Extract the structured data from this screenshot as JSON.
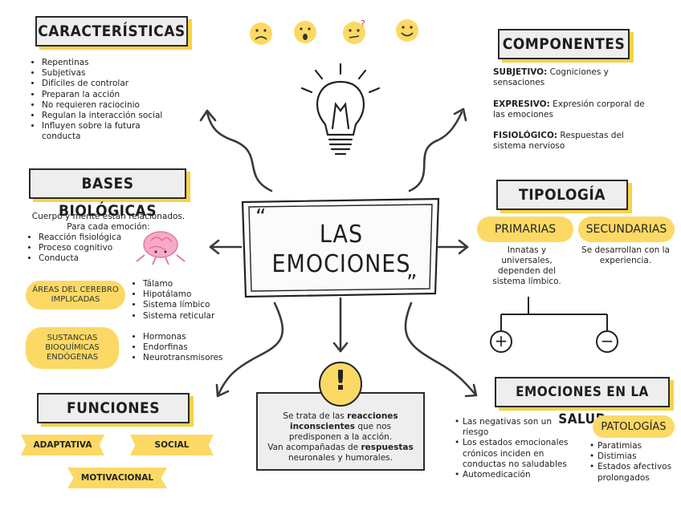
{
  "center": {
    "line1": "LAS",
    "line2": "EMOCIONES",
    "quote_open": "“",
    "quote_close": "”"
  },
  "caracteristicas": {
    "title": "CARACTERÍSTICAS",
    "items": [
      "Repentinas",
      "Subjetivas",
      "Difíciles de controlar",
      "Preparan la acción",
      "No requieren raciocinio",
      "Regulan la interacción social",
      "Influyen sobre la futura",
      "conducta"
    ]
  },
  "componentes": {
    "title": "COMPONENTES",
    "subjetivo_label": "SUBJETIVO:",
    "subjetivo_text": " Cogniciones y",
    "subjetivo_text2": "sensaciones",
    "expresivo_label": "EXPRESIVO:",
    "expresivo_text": " Expresión corporal de",
    "expresivo_text2": "las emociones",
    "fisiologico_label": "FISIOLÓGICO:",
    "fisiologico_text": " Respuestas del",
    "fisiologico_text2": "sistema nervioso"
  },
  "bases": {
    "title": "BASES BIOLÓGICAS",
    "intro1": "Cuerpo y mente están relacionados.",
    "intro2": "Para cada emoción:",
    "items": [
      "Reacción fisiológica",
      "Proceso cognitivo",
      "Conducta"
    ],
    "areas_label1": "ÁREAS DEL CEREBRO",
    "areas_label2": "IMPLICADAS",
    "areas": [
      "Tálamo",
      "Hipotálamo",
      "Sistema límbico",
      "Sistema reticular"
    ],
    "sustancias_label1": "SUSTANCIAS",
    "sustancias_label2": "BIOQUÍMICAS",
    "sustancias_label3": "ENDÓGENAS",
    "sustancias": [
      "Hormonas",
      "Endorfinas",
      "Neurotransmisores"
    ]
  },
  "tipologia": {
    "title": "TIPOLOGÍA",
    "primarias": "PRIMARIAS",
    "secundarias": "SECUNDARIAS",
    "prim_desc": [
      "Innatas y",
      "universales,",
      "dependen del",
      "sistema límbico."
    ],
    "sec_desc": [
      "Se desarrollan con la",
      "experiencia."
    ],
    "plus": "+",
    "minus": "−"
  },
  "funciones": {
    "title": "FUNCIONES",
    "adaptativa": "ADAPTATIVA",
    "social": "SOCIAL",
    "motivacional": "MOTIVACIONAL"
  },
  "nota": {
    "l1a": "Se trata de las ",
    "l1b": "reacciones",
    "l2a": "inconscientes",
    "l2b": " que nos",
    "l3": "predisponen a la acción.",
    "l4a": "Van acompañadas de ",
    "l4b": "respuestas",
    "l5": "neuronales y humorales.",
    "icon": "!"
  },
  "salud": {
    "title": "EMOCIONES EN LA SALUD",
    "items": [
      "Las negativas son un",
      "riesgo",
      "Los estados emocionales",
      "crónicos inciden en",
      "conductas no saludables",
      "Automedicación"
    ],
    "patologias": "PATOLOGÍAS",
    "pat_items": [
      "Paratimias",
      "Distimias",
      "Estados afectivos",
      "prolongados"
    ]
  },
  "colors": {
    "accent": "#fbd964",
    "shadow": "#f7d24a",
    "box": "#eeeeee",
    "line": "#333333"
  }
}
